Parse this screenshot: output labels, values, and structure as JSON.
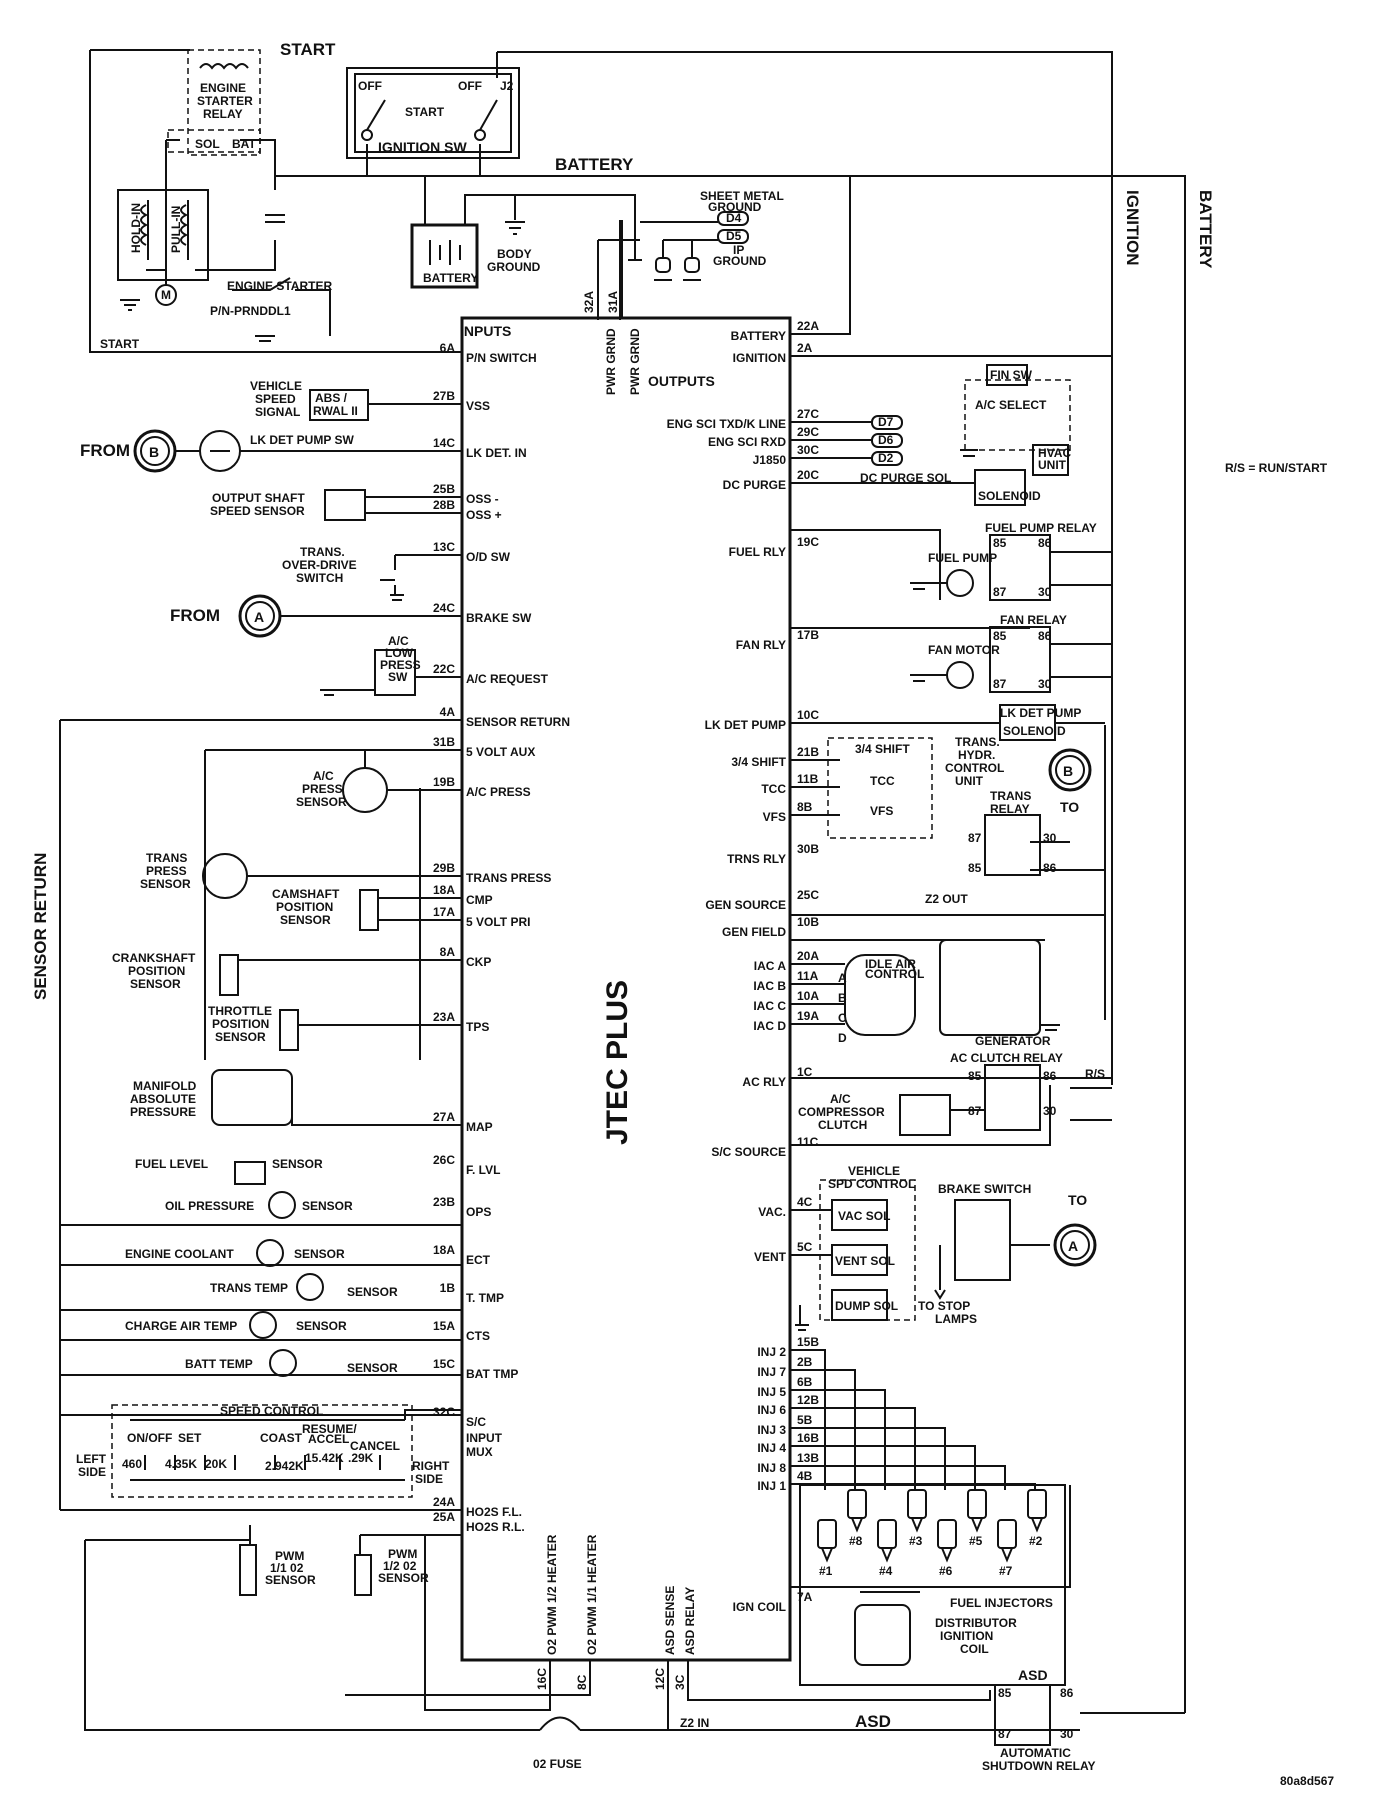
{
  "labels": {
    "start": "START",
    "battery": "BATTERY",
    "ignition": "IGNITION",
    "battery_side": "BATTERY",
    "sensor_return": "SENSOR RETURN",
    "jtec": "JTEC PLUS",
    "inputs": "INPUTS",
    "outputs": "OUTPUTS",
    "engine_starter_relay": [
      "ENGINE",
      "STARTER",
      "RELAY"
    ],
    "ignition_sw": "IGNITION SW",
    "off1": "OFF",
    "off2": "OFF",
    "start_sw": "START",
    "j2": "J2",
    "sol": "SOL",
    "bat": "BAT",
    "hold_in": "HOLD-IN",
    "pull_in": "PULL-IN",
    "engine_starter": "ENGINE STARTER",
    "pn_prndl": "P/N-PRNDDL1",
    "start_wire": "START",
    "battery_box": "BATTERY",
    "body_ground": [
      "BODY",
      "GROUND"
    ],
    "sheet_metal_ground": [
      "SHEET METAL",
      "GROUND"
    ],
    "d4": "D4",
    "d5": "D5",
    "ip_ground": [
      "IP",
      "GROUND"
    ],
    "rs_note": "R/S = RUN/START",
    "vehicle_speed_signal": [
      "VEHICLE",
      "SPEED",
      "SIGNAL"
    ],
    "abs": [
      "ABS /",
      "RWAL II"
    ],
    "from_b": "FROM",
    "b": "B",
    "lk_det_pump_sw": "LK DET PUMP SW",
    "output_shaft": [
      "OUTPUT SHAFT",
      "SPEED SENSOR"
    ],
    "trans_od": [
      "TRANS.",
      "OVER-DRIVE",
      "SWITCH"
    ],
    "from_a": "FROM",
    "a": "A",
    "ac_low_press_sw": [
      "A/C",
      "LOW",
      "PRESS",
      "SW"
    ],
    "ac_press_sensor": [
      "A/C",
      "PRESS",
      "SENSOR"
    ],
    "trans_press_sensor": [
      "TRANS",
      "PRESS",
      "SENSOR"
    ],
    "camshaft": [
      "CAMSHAFT",
      "POSITION",
      "SENSOR"
    ],
    "crankshaft": [
      "CRANKSHAFT",
      "POSITION",
      "SENSOR"
    ],
    "throttle": [
      "THROTTLE",
      "POSITION",
      "SENSOR"
    ],
    "manifold": [
      "MANIFOLD",
      "ABSOLUTE",
      "PRESSURE"
    ],
    "fuel_level": "FUEL LEVEL",
    "oil_pressure": "OIL PRESSURE",
    "engine_coolant": "ENGINE COOLANT",
    "trans_temp": "TRANS TEMP",
    "charge_air_temp": "CHARGE AIR TEMP",
    "batt_temp": "BATT TEMP",
    "sensor": "SENSOR",
    "speed_control": "SPEED CONTROL",
    "left_side": [
      "LEFT",
      "SIDE"
    ],
    "right_side": [
      "RIGHT",
      "SIDE"
    ],
    "on_off": "ON/OFF",
    "set": "SET",
    "coast": "COAST",
    "resume_accel": [
      "RESUME/",
      "ACCEL"
    ],
    "cancel": "CANCEL",
    "r460": "460",
    "r435k": "4.35K",
    "r20k": "20K",
    "r2942k": "2.942K",
    "r1542k": "15.42K",
    "r29k": ".29K",
    "pwm_11": [
      "PWM",
      "1/1 02",
      "SENSOR"
    ],
    "pwm_12": [
      "PWM",
      "1/2 02",
      "SENSOR"
    ],
    "o2_fuse": "02 FUSE",
    "z2_in": "Z2 IN",
    "asd": "ASD",
    "asd_box": "ASD",
    "auto_shutdown": [
      "AUTOMATIC",
      "SHUTDOWN RELAY"
    ],
    "code": "80a8d567",
    "fin_sw": "FIN SW",
    "ac_select": "A/C SELECT",
    "hvac_unit": [
      "HVAC",
      "UNIT"
    ],
    "dc_purge_sol": "DC PURGE SOL",
    "solenoid": "SOLENOID",
    "solenoid2": "SOLENOID",
    "lk_det_pump_sol": "LK DET PUMP",
    "fuel_pump_relay": "FUEL PUMP RELAY",
    "fuel_pump": "FUEL PUMP",
    "fan_relay": "FAN RELAY",
    "fan_motor": "FAN MOTOR",
    "trans_hydr": [
      "TRANS.",
      "HYDR.",
      "CONTROL",
      "UNIT"
    ],
    "shift34": "3/4 SHIFT",
    "tcc_coil": "TCC",
    "vfs_coil": "VFS",
    "trans_relay": [
      "TRANS",
      "RELAY"
    ],
    "to_b": "TO",
    "z2_out": "Z2 OUT",
    "idle_air": [
      "IDLE AIR",
      "CONTROL"
    ],
    "generator": "GENERATOR",
    "ac_clutch_relay": "AC CLUTCH RELAY",
    "rs": "R/S",
    "ac_compressor": [
      "A/C",
      "COMPRESSOR",
      "CLUTCH"
    ],
    "vehicle_spd_control": [
      "VEHICLE",
      "SPD CONTROL"
    ],
    "brake_switch": "BRAKE SWITCH",
    "to_a": "TO",
    "vac_sol": "VAC SOL",
    "vent_sol": "VENT SOL",
    "dump_sol": "DUMP SOL",
    "to_stop_lamps": [
      "TO  STOP",
      "LAMPS"
    ],
    "fuel_injectors": "FUEL INJECTORS",
    "distributor": [
      "DISTRIBUTOR",
      "IGNITION",
      "COIL"
    ],
    "relay_85": "85",
    "relay_86": "86",
    "relay_87": "87",
    "relay_30": "30",
    "iac_a": "A",
    "iac_b": "B",
    "iac_c": "C",
    "iac_d": "D"
  },
  "ecm_top_pins": [
    {
      "pin": "32A",
      "label": "PWR GRND"
    },
    {
      "pin": "31A",
      "label": "PWR GRND"
    }
  ],
  "ecm_bottom_pins": [
    {
      "pin": "16C",
      "label": "O2 PWM 1/2 HEATER"
    },
    {
      "pin": "8C",
      "label": "O2 PWM 1/1 HEATER"
    },
    {
      "pin": "12C",
      "label": "ASD SENSE"
    },
    {
      "pin": "3C",
      "label": "ASD RELAY"
    }
  ],
  "inputs": [
    {
      "pin": "6A",
      "label": "P/N SWITCH"
    },
    {
      "pin": "27B",
      "label": "VSS"
    },
    {
      "pin": "14C",
      "label": "LK DET. IN"
    },
    {
      "pin": "25B",
      "label": "OSS -"
    },
    {
      "pin": "28B",
      "label": "OSS +"
    },
    {
      "pin": "13C",
      "label": "O/D SW"
    },
    {
      "pin": "24C",
      "label": "BRAKE SW"
    },
    {
      "pin": "22C",
      "label": "A/C REQUEST"
    },
    {
      "pin": "4A",
      "label": "SENSOR RETURN"
    },
    {
      "pin": "31B",
      "label": "5 VOLT AUX"
    },
    {
      "pin": "19B",
      "label": "A/C PRESS"
    },
    {
      "pin": "29B",
      "label": "TRANS PRESS"
    },
    {
      "pin": "18A",
      "label": "CMP"
    },
    {
      "pin": "17A",
      "label": "5 VOLT PRI"
    },
    {
      "pin": "8A",
      "label": "CKP"
    },
    {
      "pin": "23A",
      "label": "TPS"
    },
    {
      "pin": "27A",
      "label": "MAP"
    },
    {
      "pin": "26C",
      "label": "F. LVL"
    },
    {
      "pin": "23B",
      "label": "OPS"
    },
    {
      "pin": "18A",
      "label": "ECT"
    },
    {
      "pin": "1B",
      "label": "T. TMP"
    },
    {
      "pin": "15A",
      "label": "CTS"
    },
    {
      "pin": "15C",
      "label": "BAT TMP"
    },
    {
      "pin": "32C",
      "label": "S/C"
    },
    {
      "pin": "",
      "label": "INPUT"
    },
    {
      "pin": "",
      "label": "MUX"
    },
    {
      "pin": "24A",
      "label": "HO2S F.L."
    },
    {
      "pin": "25A",
      "label": "HO2S R.L."
    }
  ],
  "outputs": [
    {
      "pin": "22A",
      "label": "BATTERY"
    },
    {
      "pin": "2A",
      "label": "IGNITION"
    },
    {
      "pin": "27C",
      "label": "ENG SCI TXD/K LINE",
      "conn": "D7"
    },
    {
      "pin": "29C",
      "label": "ENG SCI RXD",
      "conn": "D6"
    },
    {
      "pin": "30C",
      "label": "J1850",
      "conn": "D2"
    },
    {
      "pin": "20C",
      "label": "DC PURGE"
    },
    {
      "pin": "19C",
      "label": "FUEL RLY"
    },
    {
      "pin": "17B",
      "label": "FAN RLY"
    },
    {
      "pin": "10C",
      "label": "LK DET PUMP"
    },
    {
      "pin": "21B",
      "label": "3/4 SHIFT"
    },
    {
      "pin": "11B",
      "label": "TCC"
    },
    {
      "pin": "8B",
      "label": "VFS"
    },
    {
      "pin": "30B",
      "label": "TRNS RLY"
    },
    {
      "pin": "25C",
      "label": "GEN SOURCE"
    },
    {
      "pin": "10B",
      "label": "GEN FIELD"
    },
    {
      "pin": "20A",
      "label": "IAC A"
    },
    {
      "pin": "11A",
      "label": "IAC B"
    },
    {
      "pin": "10A",
      "label": "IAC C"
    },
    {
      "pin": "19A",
      "label": "IAC D"
    },
    {
      "pin": "1C",
      "label": "AC RLY"
    },
    {
      "pin": "11C",
      "label": "S/C SOURCE"
    },
    {
      "pin": "4C",
      "label": "VAC."
    },
    {
      "pin": "5C",
      "label": "VENT"
    },
    {
      "pin": "15B",
      "label": "INJ 2"
    },
    {
      "pin": "2B",
      "label": "INJ 7"
    },
    {
      "pin": "6B",
      "label": "INJ 5"
    },
    {
      "pin": "12B",
      "label": "INJ 6"
    },
    {
      "pin": "5B",
      "label": "INJ 3"
    },
    {
      "pin": "16B",
      "label": "INJ 4"
    },
    {
      "pin": "13B",
      "label": "INJ 8"
    },
    {
      "pin": "4B",
      "label": "INJ 1"
    },
    {
      "pin": "7A",
      "label": "IGN COIL"
    }
  ],
  "injectors": [
    "#1",
    "#8",
    "#4",
    "#3",
    "#6",
    "#5",
    "#7",
    "#2"
  ]
}
